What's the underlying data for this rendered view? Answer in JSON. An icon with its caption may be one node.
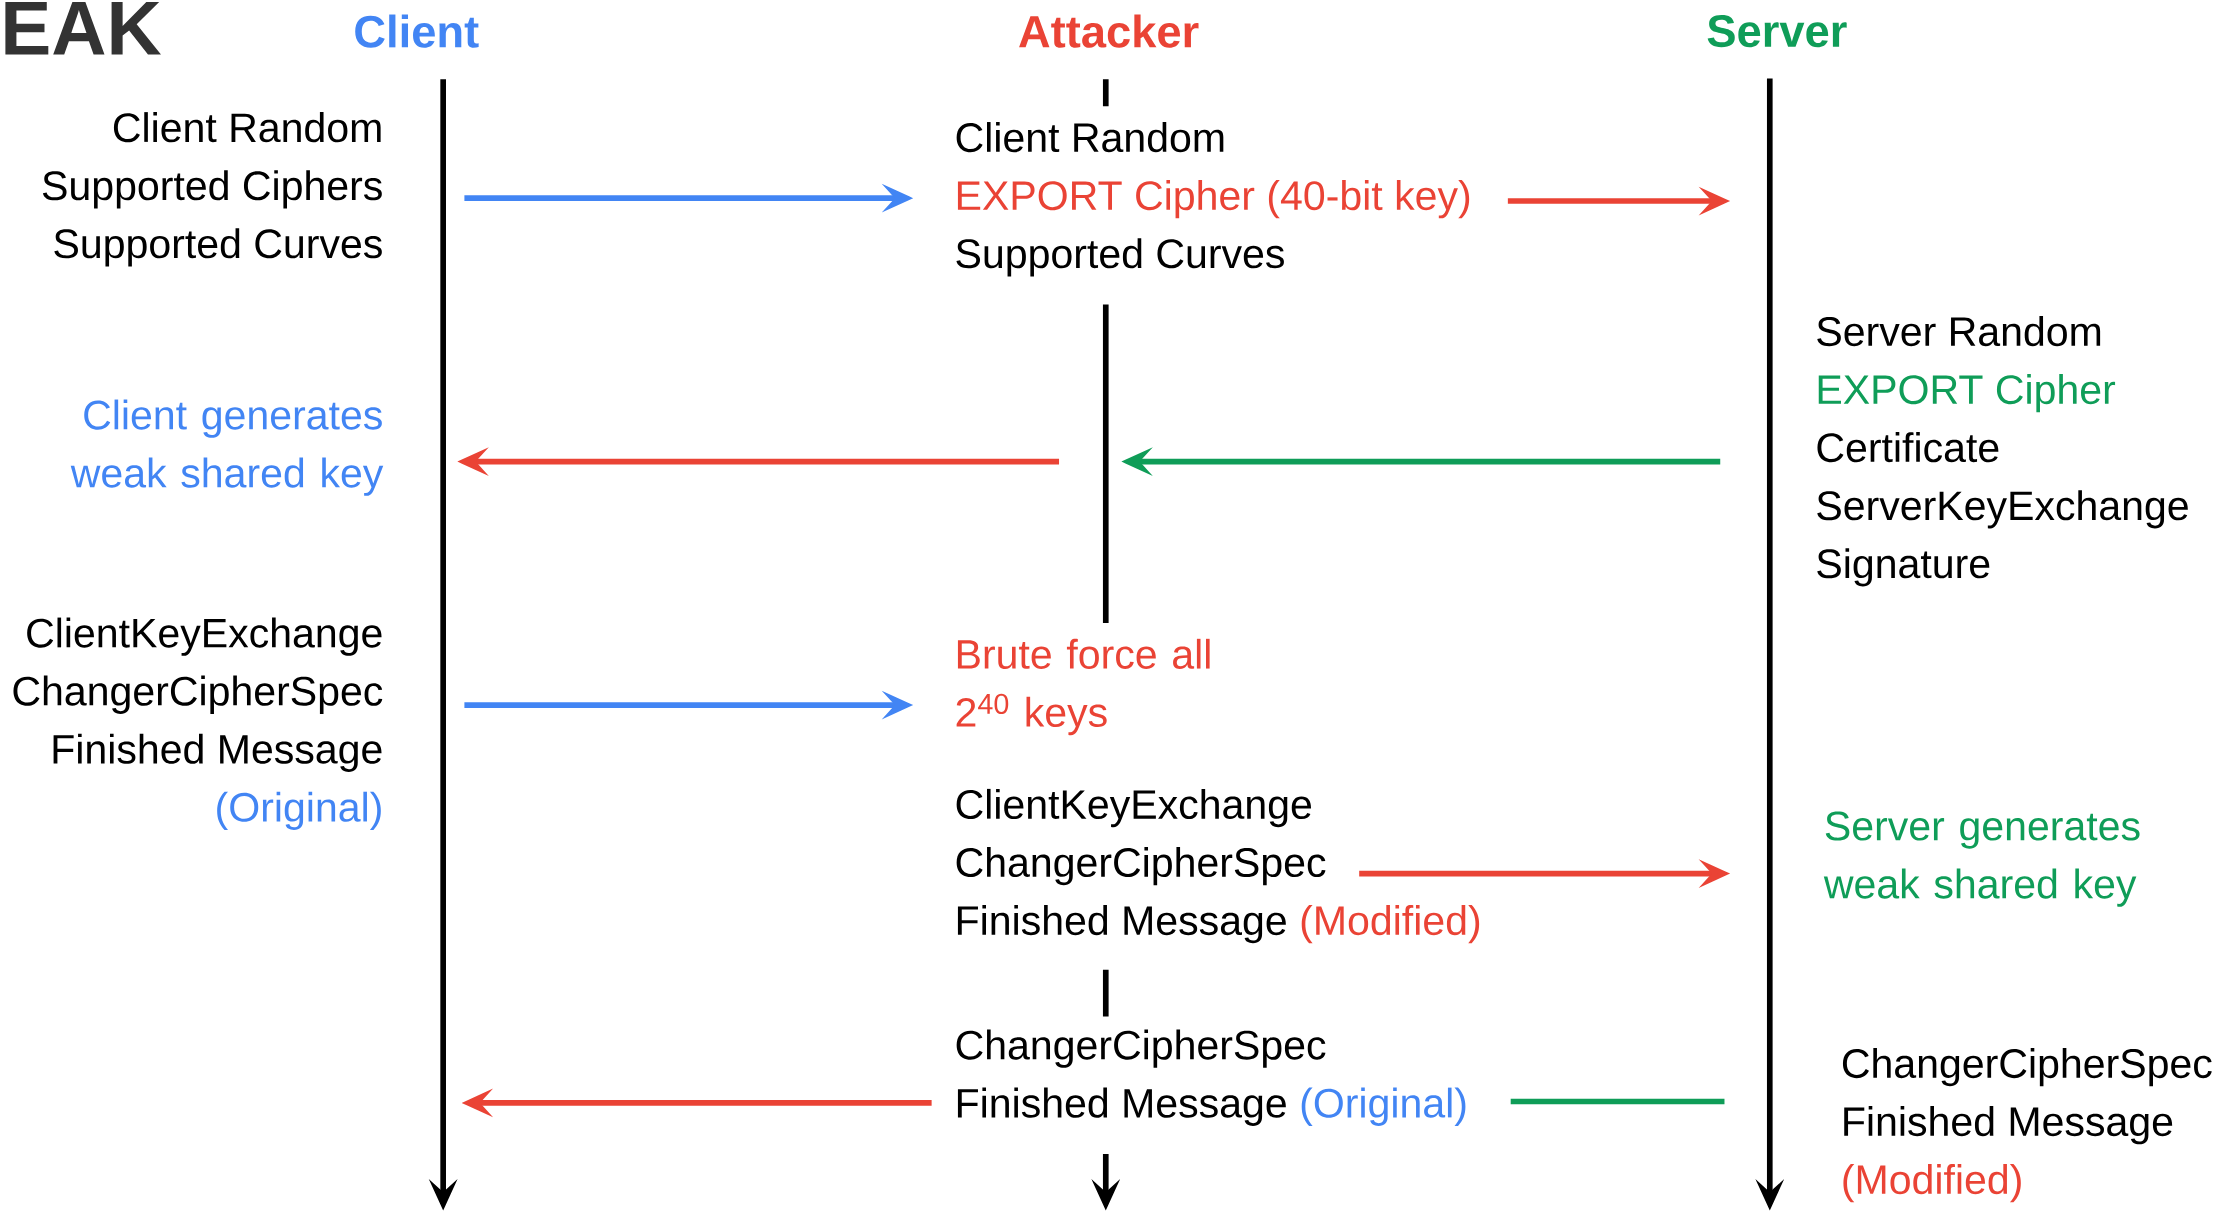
{
  "diagram": {
    "title": "EAK",
    "nodes": [
      {
        "text": [
          "Client"
        ]
      },
      {
        "text": [
          "Attacker"
        ]
      },
      {
        "text": [
          "Server"
        ]
      },
      {
        "text": [
          "Client Random",
          "Supported Ciphers",
          "Supported Curves"
        ]
      },
      {
        "text": [
          "Client Random",
          "EXPORT Cipher (40-bit key)",
          "Supported Curves"
        ]
      },
      {
        "text": [
          "Server Random",
          "EXPORT Cipher",
          "Certificate",
          "ServerKeyExchange",
          "Signature"
        ]
      },
      {
        "text": [
          "Client generates weak shared key"
        ]
      },
      {
        "text": [
          "ClientKeyExchange",
          "ChangerCipherSpec",
          "Finished Message",
          "(Original)"
        ]
      },
      {
        "text": [
          "Brute force all 2$^{40}$ keys"
        ]
      },
      {
        "text": [
          "ClientKeyExchange",
          "ChangerCipherSpec",
          "Finished Message",
          "(Modified)"
        ]
      },
      {
        "text": [
          "Server generates weak shared key"
        ]
      },
      {
        "text": [
          "ChangerCipherSpec",
          "Finished Message",
          "(Original)"
        ]
      },
      {
        "text": [
          "ChangerCipherSpec",
          "Finished Message",
          "(Modified)"
        ]
      }
    ],
    "edges": [
      {
        "from": 0,
        "to": null,
        "arrow": "to",
        "color": "#000000"
      },
      {
        "from": 1,
        "to": null,
        "arrow": "to",
        "color": "#000000"
      },
      {
        "from": 2,
        "to": null,
        "arrow": "to",
        "color": "#000000"
      },
      {
        "from": 3,
        "to": 4,
        "arrow": "to",
        "color": "#4285f4"
      },
      {
        "from": 4,
        "to": null,
        "arrow": "to",
        "color": "#ea4335"
      },
      {
        "from": 5,
        "to": null,
        "arrow": "to",
        "color": "#0f9d58"
      },
      {
        "from": null,
        "to": 6,
        "arrow": "to",
        "color": "#ea4335"
      },
      {
        "from": 7,
        "to": 8,
        "arrow": "to",
        "color": "#4285f4"
      },
      {
        "from": 9,
        "to": null,
        "arrow": "to",
        "color": "#ea4335"
      },
      {
        "from": 11,
        "to": null,
        "arrow": "to",
        "color": "#ea4335"
      },
      {
        "from": 12,
        "to": 11,
        "arrow": "none",
        "color": "#0f9d58"
      }
    ]
  }
}
